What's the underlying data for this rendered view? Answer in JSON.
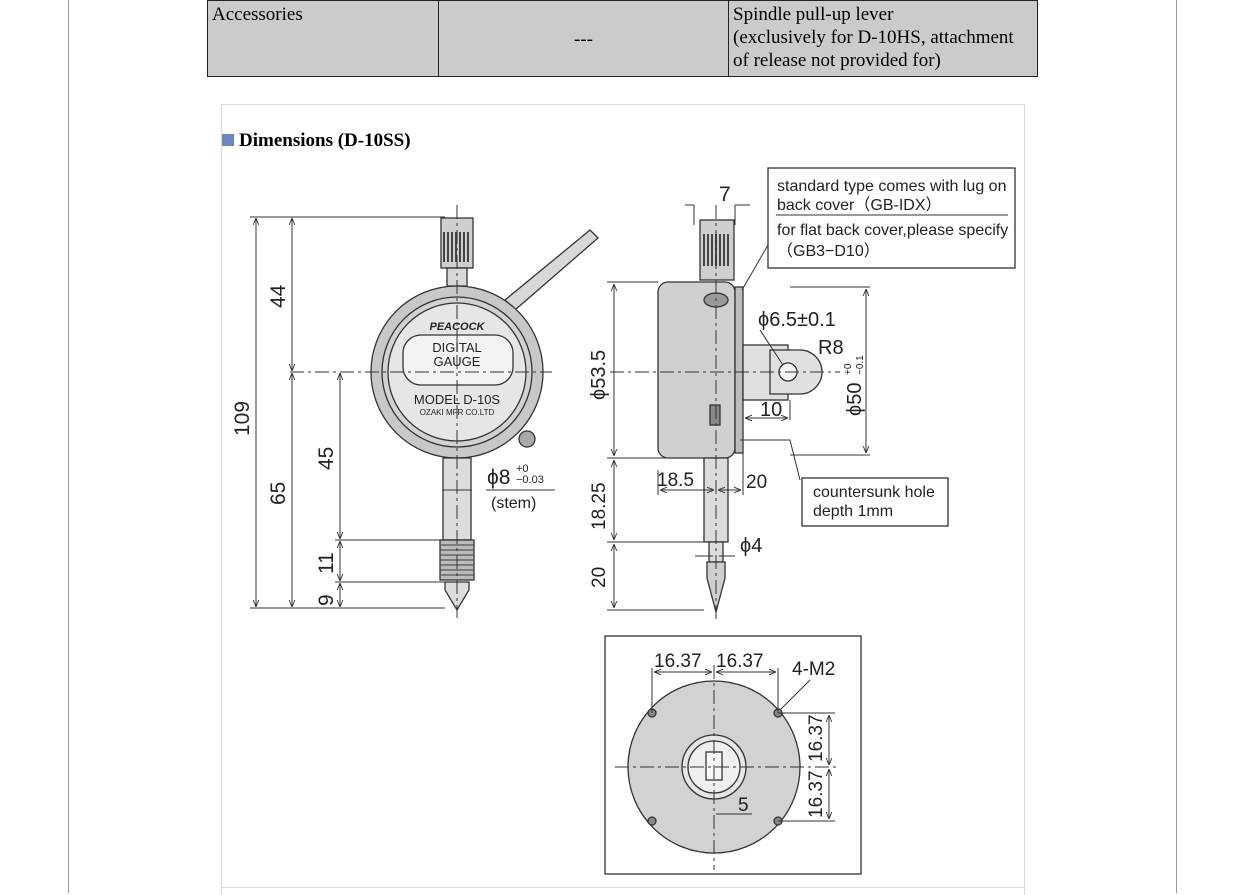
{
  "accessories_row": {
    "label": "Accessories",
    "value": "---",
    "note_line1": "Spindle pull-up lever",
    "note_line2": "(exclusively for D-10HS, attachment",
    "note_line3": "of release not provided for)"
  },
  "section": {
    "title": "Dimensions (D-10SS)",
    "bullet_color": "#6d86c0"
  },
  "drawing": {
    "dial": {
      "brand": "PEACOCK",
      "line1": "DIGITAL",
      "line2": "GAUGE",
      "model": "MODEL D-10S",
      "maker": "OZAKI MFR CO.LTD"
    },
    "front_dims": {
      "d44": "44",
      "d109": "109",
      "d65": "65",
      "d45": "45",
      "d11": "11",
      "d9": "9",
      "stem_dia": "ϕ8",
      "stem_tol_upper": "+0",
      "stem_tol_lower": "−0.03",
      "stem_label": "(stem)"
    },
    "side_dims": {
      "d7": "7",
      "d53_5": "ϕ53.5",
      "d6_5": "ϕ6.5±0.1",
      "r8": "R8",
      "d10": "10",
      "d50": "ϕ50",
      "d50_tol_upper": "+0",
      "d50_tol_lower": "−0.1",
      "d18_5": "18.5",
      "d20h": "20",
      "d18_25": "18.25",
      "d20v": "20",
      "d4": "ϕ4"
    },
    "note_box": {
      "line1": "standard type comes with lug on",
      "line2": "back cover（GB-IDX）",
      "line3": "for flat back cover,please specify",
      "line4": "（GB3−D10）"
    },
    "countersunk": {
      "line1": "countersunk hole",
      "line2": "depth 1mm"
    },
    "back_view": {
      "d16a": "16.37",
      "d16b": "16.37",
      "m2": "4-M2",
      "d16c": "16.37",
      "d16d": "16.37",
      "d5": "5"
    }
  }
}
